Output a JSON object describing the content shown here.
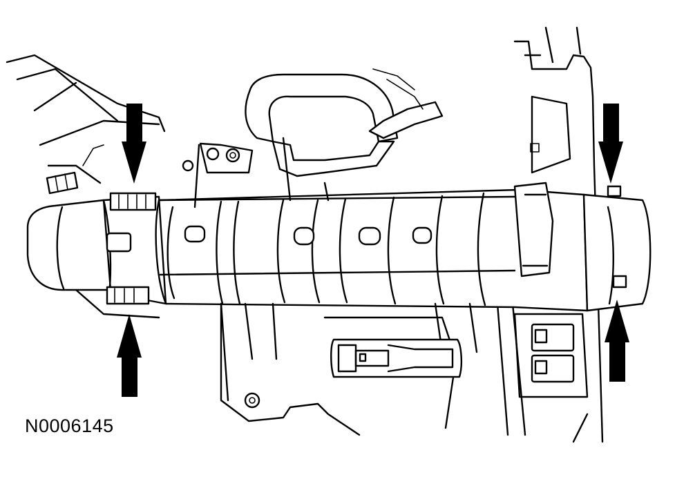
{
  "figure": {
    "id_label": "N0006145"
  },
  "arrows": [
    {
      "name": "arrow-upper-left",
      "direction": "down"
    },
    {
      "name": "arrow-lower-left",
      "direction": "up"
    },
    {
      "name": "arrow-upper-right",
      "direction": "down"
    },
    {
      "name": "arrow-lower-right",
      "direction": "up"
    }
  ],
  "colors": {
    "line": "#000000",
    "background": "#ffffff"
  }
}
